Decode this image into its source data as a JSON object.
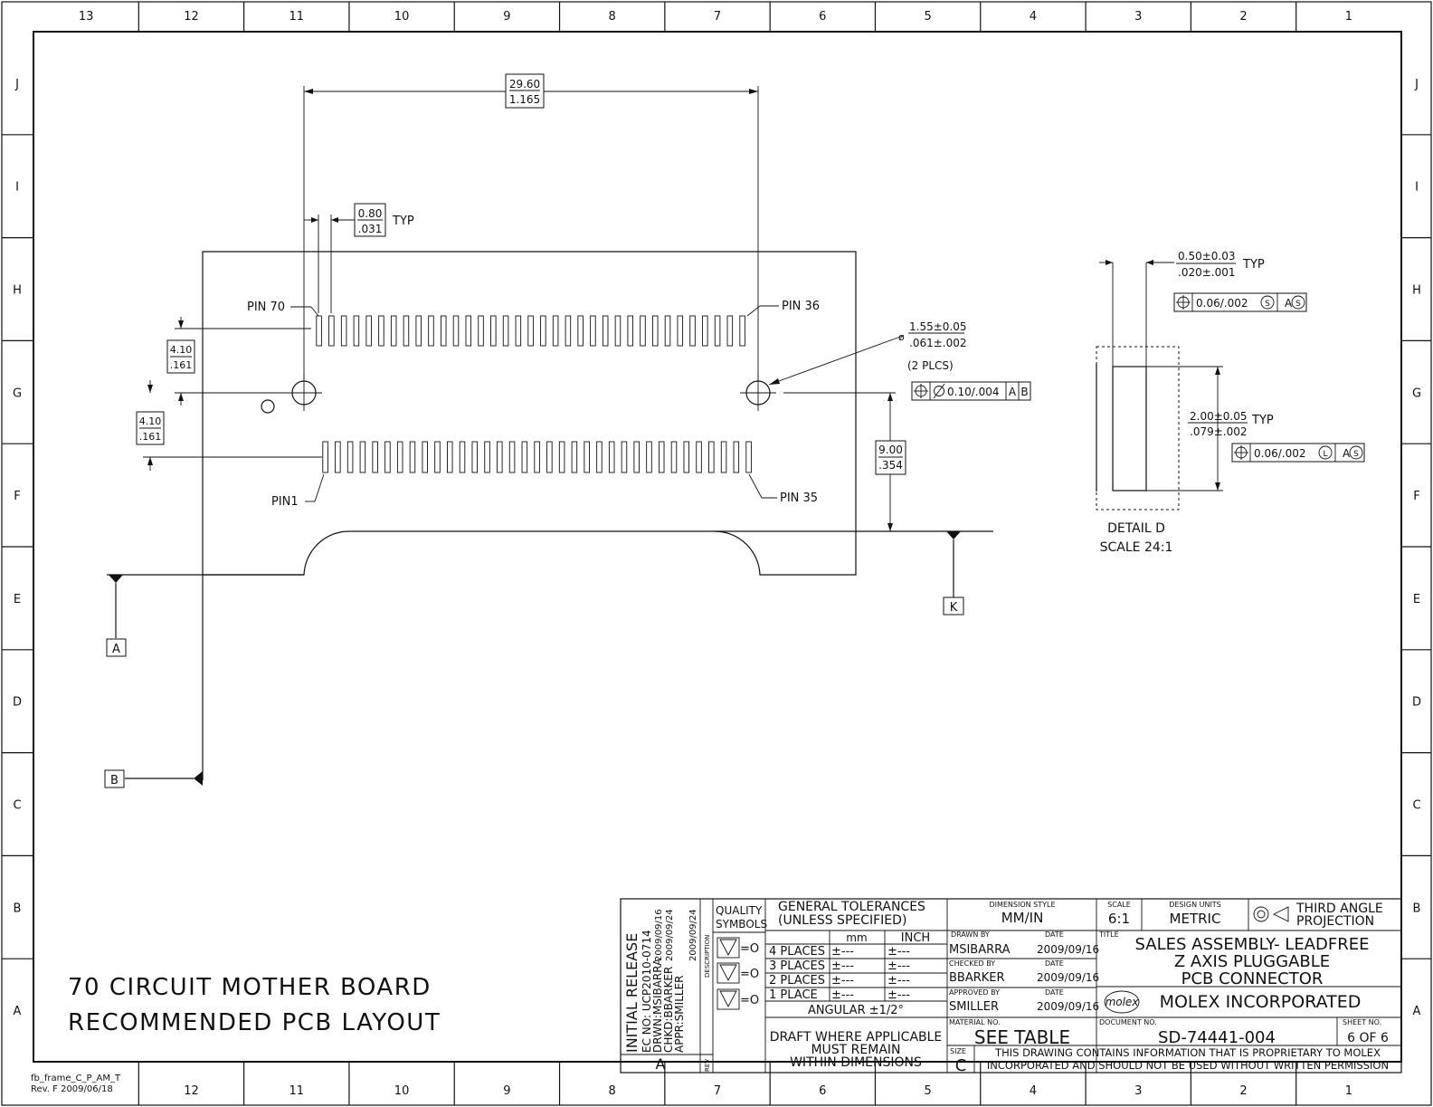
{
  "frame": {
    "columns": [
      "13",
      "12",
      "11",
      "10",
      "9",
      "8",
      "7",
      "6",
      "5",
      "4",
      "3",
      "2",
      "1"
    ],
    "rows": [
      "J",
      "I",
      "H",
      "G",
      "F",
      "E",
      "D",
      "C",
      "B",
      "A"
    ],
    "frame_id": "fb_frame_C_P_AM_T",
    "frame_rev": "Rev. F 2009/06/18"
  },
  "drawing": {
    "dim_span_mm": "29.60",
    "dim_span_in": "1.165",
    "dim_pitch_mm": "0.80",
    "dim_pitch_in": ".031",
    "typ": "TYP",
    "pin70": "PIN 70",
    "pin36": "PIN 36",
    "pin1": "PIN1",
    "pin35": "PIN 35",
    "dim_row1_mm": "4.10",
    "dim_row1_in": ".161",
    "dim_row2_mm": "4.10",
    "dim_row2_in": ".161",
    "hole_dia_mm": "1.55±0.05",
    "hole_dia_in": ".061±.002",
    "hole_count": "(2 PLCS)",
    "hole_fcf_tol": "0.10/.004",
    "hole_fcf_a": "A",
    "hole_fcf_b": "B",
    "dim_edge_mm": "9.00",
    "dim_edge_in": ".354",
    "datum_a": "A",
    "datum_b": "B",
    "datum_k": "K",
    "pad_count_top": 35,
    "pad_count_bottom": 35
  },
  "detail": {
    "width_mm": "0.50±0.03",
    "width_in": ".020±.001",
    "width_typ": "TYP",
    "fcf1_tol": "0.06/.002",
    "fcf1_mod": "S",
    "fcf1_datum": "A",
    "fcf1_datum_mod": "S",
    "length_mm": "2.00±0.05",
    "length_in": ".079±.002",
    "length_typ": "TYP",
    "fcf2_tol": "0.06/.002",
    "fcf2_mod": "L",
    "fcf2_datum": "A",
    "fcf2_datum_mod": "S",
    "label": "DETAIL D",
    "scale": "SCALE 24:1"
  },
  "title_note": {
    "line1": "70 CIRCUIT MOTHER BOARD",
    "line2": "RECOMMENDED PCB LAYOUT"
  },
  "title_block": {
    "rev_desc": "INITIAL RELEASE",
    "ec_no": "EC NO: UCP2010-0714",
    "drwn": "DRWN:MSIBARRA",
    "chkd": "CHKD:BBARKER",
    "appr": "APPR:SMILLER",
    "date1": "2009/09/16",
    "date2": "2009/09/24",
    "date3": "2009/09/24",
    "rev_letter": "A",
    "rev_label": "REV",
    "desc_label": "DESCRIPTION",
    "quality1": "QUALITY",
    "quality2": "SYMBOLS",
    "q_sym": "=O",
    "gt1": "GENERAL TOLERANCES",
    "gt2": "(UNLESS SPECIFIED)",
    "col_mm": "mm",
    "col_inch": "INCH",
    "tol_rows": [
      "4 PLACES",
      "3 PLACES",
      "2 PLACES",
      "1 PLACE"
    ],
    "tol_value": "±---",
    "angular": "ANGULAR ±1/2°",
    "draft1": "DRAFT WHERE APPLICABLE",
    "draft2": "MUST REMAIN",
    "draft3": "WITHIN DIMENSIONS",
    "dim_style_label": "DIMENSION STYLE",
    "dim_style": "MM/IN",
    "scale_label": "SCALE",
    "scale": "6:1",
    "units_label": "DESIGN UNITS",
    "units": "METRIC",
    "projection1": "THIRD ANGLE",
    "projection2": "PROJECTION",
    "drawn_by_label": "DRAWN BY",
    "drawn_by": "MSIBARRA",
    "checked_by_label": "CHECKED BY",
    "checked_by": "BBARKER",
    "approved_by_label": "APPROVED BY",
    "approved_by": "SMILLER",
    "date_label": "DATE",
    "drawn_date": "2009/09/16",
    "checked_date": "2009/09/16",
    "approved_date": "2009/09/16",
    "title_label": "TITLE",
    "title1": "SALES ASSEMBLY- LEADFREE",
    "title2": "Z AXIS PLUGGABLE",
    "title3": "PCB  CONNECTOR",
    "logo": "molex",
    "company": "MOLEX INCORPORATED",
    "material_label": "MATERIAL NO.",
    "material": "SEE TABLE",
    "doc_label": "DOCUMENT NO.",
    "doc_no": "SD-74441-004",
    "sheet_label": "SHEET NO.",
    "sheet": "6 OF 6",
    "size_label": "SIZE",
    "size": "C",
    "prop1": "THIS DRAWING CONTAINS INFORMATION THAT IS PROPRIETARY TO MOLEX",
    "prop2": "INCORPORATED AND SHOULD NOT BE USED WITHOUT WRITTEN PERMISSION"
  }
}
